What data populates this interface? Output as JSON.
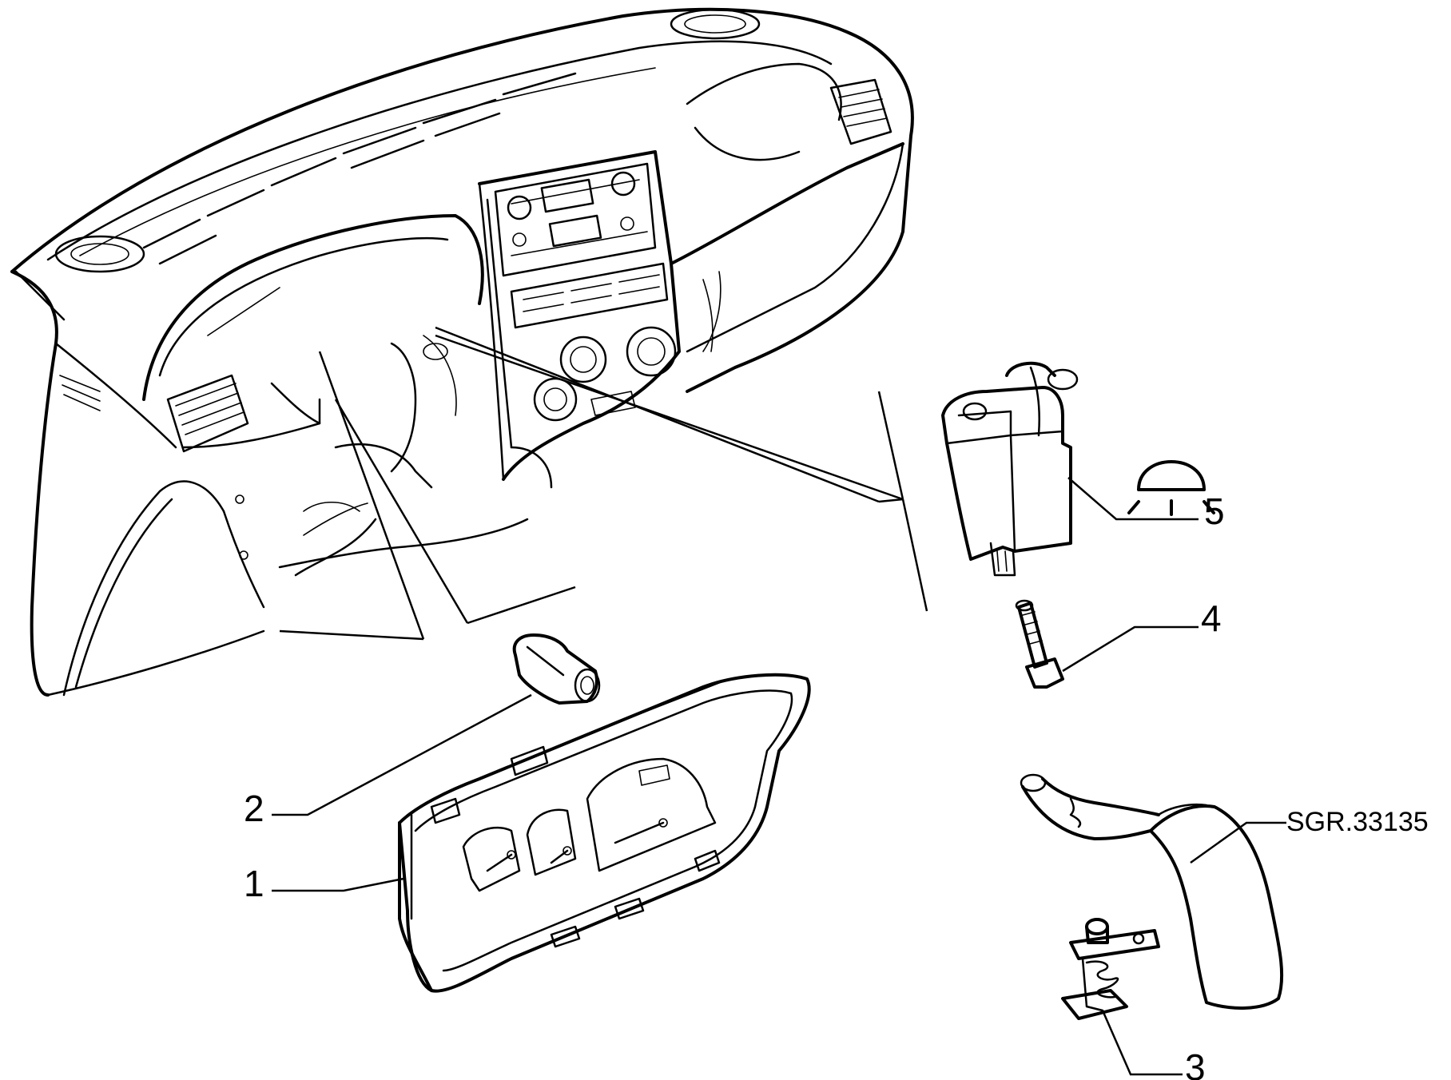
{
  "diagram": {
    "reference_code": "SGR.33135",
    "callouts": [
      {
        "id": "1",
        "label": "1"
      },
      {
        "id": "2",
        "label": "2"
      },
      {
        "id": "3",
        "label": "3"
      },
      {
        "id": "4",
        "label": "4"
      },
      {
        "id": "5",
        "label": "5"
      }
    ]
  }
}
